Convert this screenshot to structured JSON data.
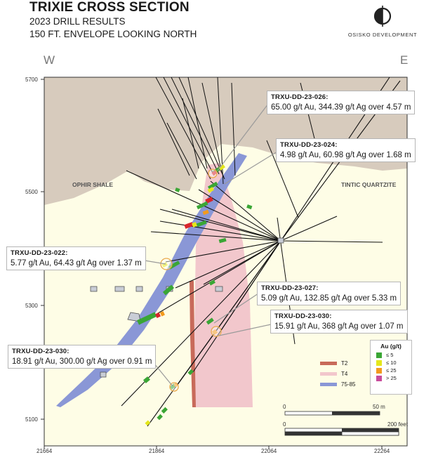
{
  "header": {
    "title": "TRIXIE CROSS SECTION",
    "subtitle1": "2023 DRILL RESULTS",
    "subtitle2": "150 FT. ENVELOPE LOOKING NORTH",
    "logo_text": "OSISKO DEVELOPMENT"
  },
  "directions": {
    "west": "W",
    "east": "E"
  },
  "axes": {
    "y_ticks": [
      "5700",
      "5500",
      "5300",
      "5100"
    ],
    "x_ticks": [
      "21664",
      "21864",
      "22064",
      "22264"
    ]
  },
  "units": {
    "ophir": "OPHIR SHALE",
    "tintic": "TINTIC QUARTZITE"
  },
  "annotations": [
    {
      "hole": "TRXU-DD-23-026:",
      "result": "65.00 g/t Au, 344.39 g/t Ag over 4.57 m"
    },
    {
      "hole": "TRXU-DD-23-024:",
      "result": "4.98 g/t Au, 60.98 g/t Ag over 1.68 m"
    },
    {
      "hole": "TRXU-DD-23-022:",
      "result": "5.77 g/t Au, 64.43 g/t Ag over 1.37 m"
    },
    {
      "hole": "TRXU-DD-23-027:",
      "result": "5.09 g/t Au, 132.85 g/t Ag over 5.33 m"
    },
    {
      "hole": "TRXU-DD-23-030:",
      "result": "15.91 g/t Au, 368 g/t Ag over 1.07 m"
    },
    {
      "hole": "TRXU-DD-23-030:",
      "result": "18.91 g/t Au, 300.00 g/t Ag over 0.91 m"
    }
  ],
  "legend_units": [
    {
      "label": "T2",
      "color": "#c86a5a"
    },
    {
      "label": "T4",
      "color": "#f2c7cc"
    },
    {
      "label": "75-85",
      "color": "#8a97d6"
    }
  ],
  "legend_au": {
    "title": "Au (g/t)",
    "items": [
      {
        "label": "≤ 5",
        "color": "#3aa635"
      },
      {
        "label": "≤ 10",
        "color": "#e4e71b"
      },
      {
        "label": "≤ 25",
        "color": "#f39a1d"
      },
      {
        "label": "> 25",
        "color": "#c84b9c"
      }
    ]
  },
  "scale": {
    "metric": "50 m",
    "imperial": "200 feet",
    "zero": "0"
  },
  "colors": {
    "ophir": "#d7cbbd",
    "tintic": "#fefde6",
    "t2": "#c86a5a",
    "t4": "#f2c7cc",
    "band": "#8a97d6"
  }
}
